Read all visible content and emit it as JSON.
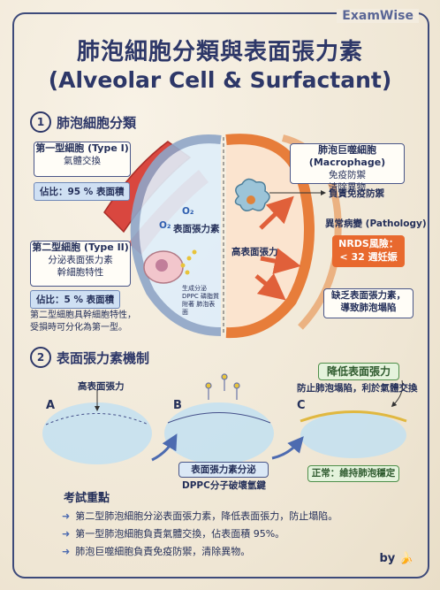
{
  "brand": "ExamWise",
  "title_zh": "肺泡細胞分類與表面張力素",
  "title_en": "(Alveolar Cell & Surfactant)",
  "section1": {
    "num": "1",
    "title": "肺泡細胞分類"
  },
  "type1": {
    "title": "第一型細胞 (Type I)",
    "desc": "氣體交換",
    "ratio": "佔比：95 % 表面積"
  },
  "type2": {
    "title": "第二型細胞 (Type II)",
    "desc1": "分泌表面張力素",
    "desc2": "幹細胞特性",
    "ratio": "佔比：5 % 表面積",
    "note1": "第二型細胞具幹細胞特性，",
    "note2": "受損時可分化為第一型。"
  },
  "diagram": {
    "o2_a": "O₂",
    "o2_b": "O₂",
    "surface_tension": "表面張力素",
    "dppc_note": "生成分泌 DPPC 磷脂質附著 肺泡表面",
    "high_tension": "高表面張力"
  },
  "macrophage": {
    "title": "肺泡巨噬細胞 (Macrophage)",
    "desc1": "免疫防禦",
    "desc2": "清除異物",
    "label": "負責免疫防禦"
  },
  "pathology": {
    "title": "異常病變 (Pathology)",
    "nrds1": "NRDS風險：",
    "nrds2": "< 32 週妊娠",
    "lack1": "缺乏表面張力素，",
    "lack2": "導致肺泡塌陷"
  },
  "section2": {
    "num": "2",
    "title": "表面張力素機制"
  },
  "mech": {
    "high_tension": "高表面張力",
    "a": "A",
    "b": "B",
    "c": "C",
    "lower_title": "降低表面張力",
    "lower_desc": "防止肺泡塌陷，利於氣體交換",
    "secretion": "表面張力素分泌",
    "dppc": "DPPC分子破壞氫鍵",
    "normal": "正常：維持肺泡穩定"
  },
  "exam": {
    "heading": "考試重點",
    "points": [
      "第二型肺泡細胞分泌表面張力素，降低表面張力，防止塌陷。",
      "第一型肺泡細胞負責氣體交換，佔表面積 95%。",
      "肺泡巨噬細胞負責免疫防禦，清除異物。"
    ]
  },
  "footer": "by"
}
